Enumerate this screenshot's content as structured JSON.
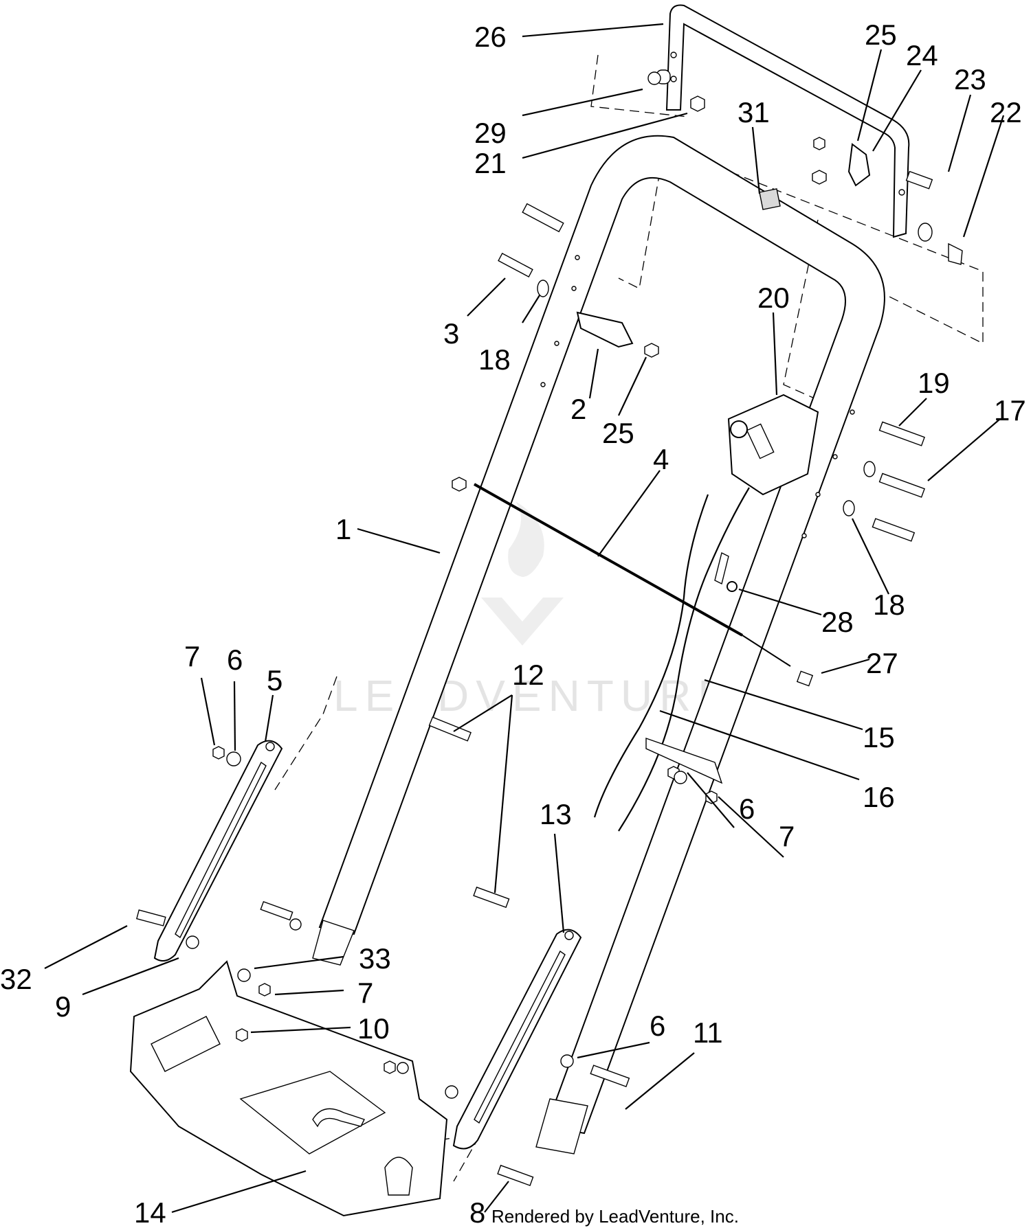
{
  "watermark": "LEADVENTURE",
  "credit": "Rendered by LeadVenture, Inc.",
  "callouts": [
    "26",
    "25",
    "24",
    "23",
    "22",
    "29",
    "21",
    "31",
    "3",
    "18",
    "2",
    "25",
    "20",
    "19",
    "17",
    "4",
    "1",
    "18",
    "28",
    "7",
    "6",
    "5",
    "12",
    "27",
    "15",
    "16",
    "13",
    "6",
    "7",
    "32",
    "33",
    "9",
    "7",
    "10",
    "6",
    "11",
    "14",
    "8"
  ],
  "colors": {
    "line": "#000000",
    "background": "#ffffff",
    "watermark": "#e4e4e4"
  }
}
